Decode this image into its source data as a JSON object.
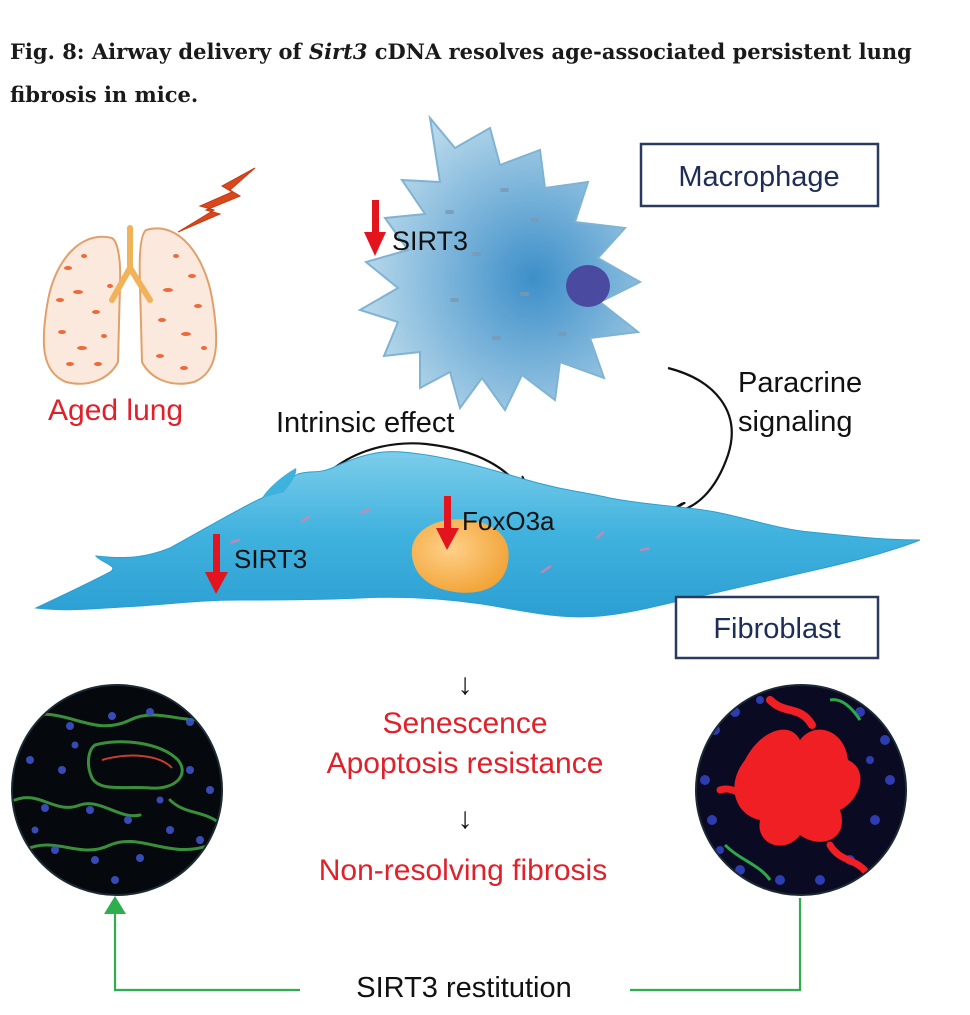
{
  "caption": {
    "prefix": "Fig. 8: Airway delivery of ",
    "italic": "Sirt3",
    "suffix": " cDNA resolves age-associated persistent lung fibrosis in mice."
  },
  "labels": {
    "aged_lung": "Aged lung",
    "macrophage": "Macrophage",
    "sirt3_macrophage": "SIRT3",
    "paracrine_line1": "Paracrine",
    "paracrine_line2": "signaling",
    "intrinsic_effect": "Intrinsic effect",
    "foxo3a": "FoxO3a",
    "sirt3_fibroblast": "SIRT3",
    "fibroblast": "Fibroblast",
    "senescence": "Senescence",
    "apoptosis_resistance": "Apoptosis resistance",
    "non_resolving_fibrosis": "Non-resolving fibrosis",
    "sirt3_restitution": "SIRT3 restitution",
    "flow_arrow": "↓"
  },
  "colors": {
    "red_text": "#e0202a",
    "arrow_red": "#e3141d",
    "macrophage_fill": "#a9cfe6",
    "fibroblast_fill": "#3fb1dd",
    "nucleus_macrophage": "#4a4aa0",
    "nucleus_fibroblast": "#f3a83a",
    "lung_outline": "#e0a06a",
    "lightning": "#d9481c",
    "green_arrow": "#2fae4e",
    "box_border": "#2a3a5e",
    "box_text": "#1e2d57"
  }
}
